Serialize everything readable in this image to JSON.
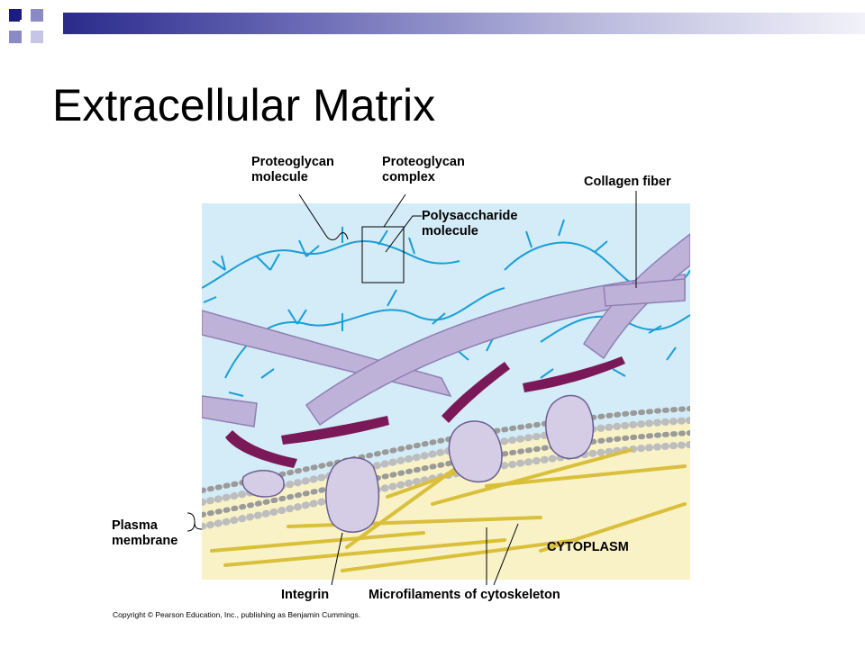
{
  "slide": {
    "title": "Extracellular Matrix",
    "copyright": "Copyright © Pearson Education, Inc., publishing as Benjamin Cummings."
  },
  "labels": {
    "proteoglycan_molecule": "Proteoglycan\nmolecule",
    "proteoglycan_complex": "Proteoglycan\ncomplex",
    "polysaccharide_molecule": "Polysaccharide\nmolecule",
    "collagen_fiber": "Collagen fiber",
    "plasma_membrane": "Plasma\nmembrane",
    "cytoplasm": "CYTOPLASM",
    "integrin": "Integrin",
    "microfilaments": "Microfilaments of cytoskeleton"
  },
  "colors": {
    "background_fluid": "#d3ecf8",
    "cytoplasm": "#f8f2c6",
    "proteoglycan": "#1a9ed6",
    "collagen": "#bfb2d8",
    "fibronectin": "#7b1858",
    "integrin": "#d5cde6",
    "microfilament": "#d9bf3c",
    "accent_bar": "#2a2a8c"
  }
}
